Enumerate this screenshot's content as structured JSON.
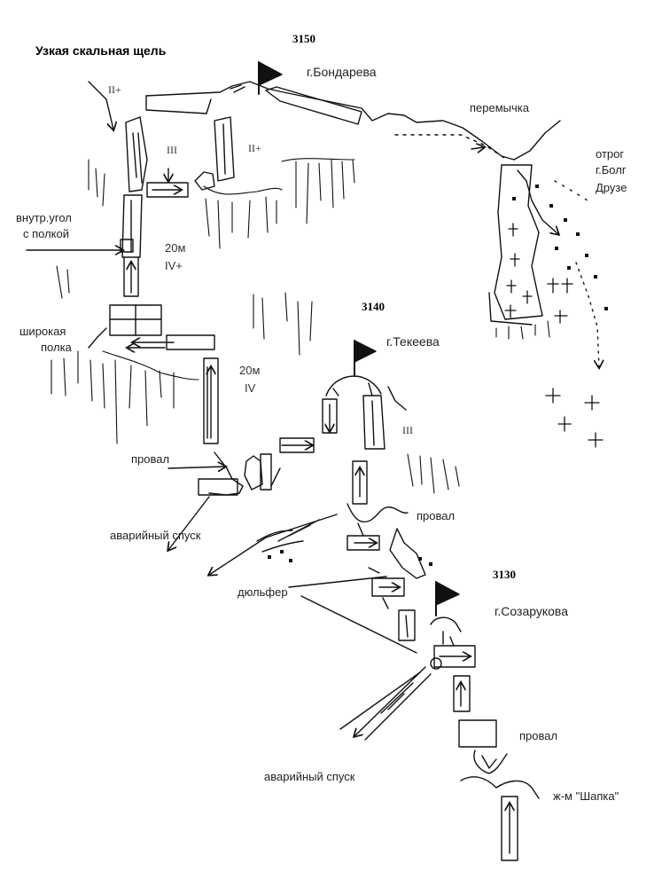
{
  "altitudes": {
    "a3150": "3150",
    "a3140": "3140",
    "a3130": "3130"
  },
  "peaks": {
    "bondareva": "г.Бондарева",
    "tekeeva": "г.Текеева",
    "sozarukova": "г.Созарукова"
  },
  "labels": {
    "narrow_gap": "Узкая скальная щель",
    "saddle": "перемычка",
    "spur_line1": "отрог",
    "spur_line2": "г.Болг",
    "spur_line3": "Друзе",
    "inner_corner_line1": "внутр.угол",
    "inner_corner_line2": "с полкой",
    "wide_ledge_line1": "широкая",
    "wide_ledge_line2": "полка",
    "gap_1": "провал",
    "gap_2": "провал",
    "gap_3": "провал",
    "emergency_descent_1": "аварийный спуск",
    "emergency_descent_2": "аварийный спуск",
    "rappel": "дюльфер",
    "gully": "ж-м \"Шапка\""
  },
  "grades": {
    "g1": "II+",
    "g2": "III",
    "g3": "II+",
    "g4_len": "20м",
    "g4": "IV+",
    "g5_len": "20м",
    "g5": "IV",
    "g6": "III"
  },
  "colors": {
    "ink": "#111111",
    "paper": "#ffffff",
    "text": "#222222"
  },
  "icons": [
    "flag-icon",
    "arrow-icon",
    "cross-icon",
    "rock-dot-icon"
  ]
}
